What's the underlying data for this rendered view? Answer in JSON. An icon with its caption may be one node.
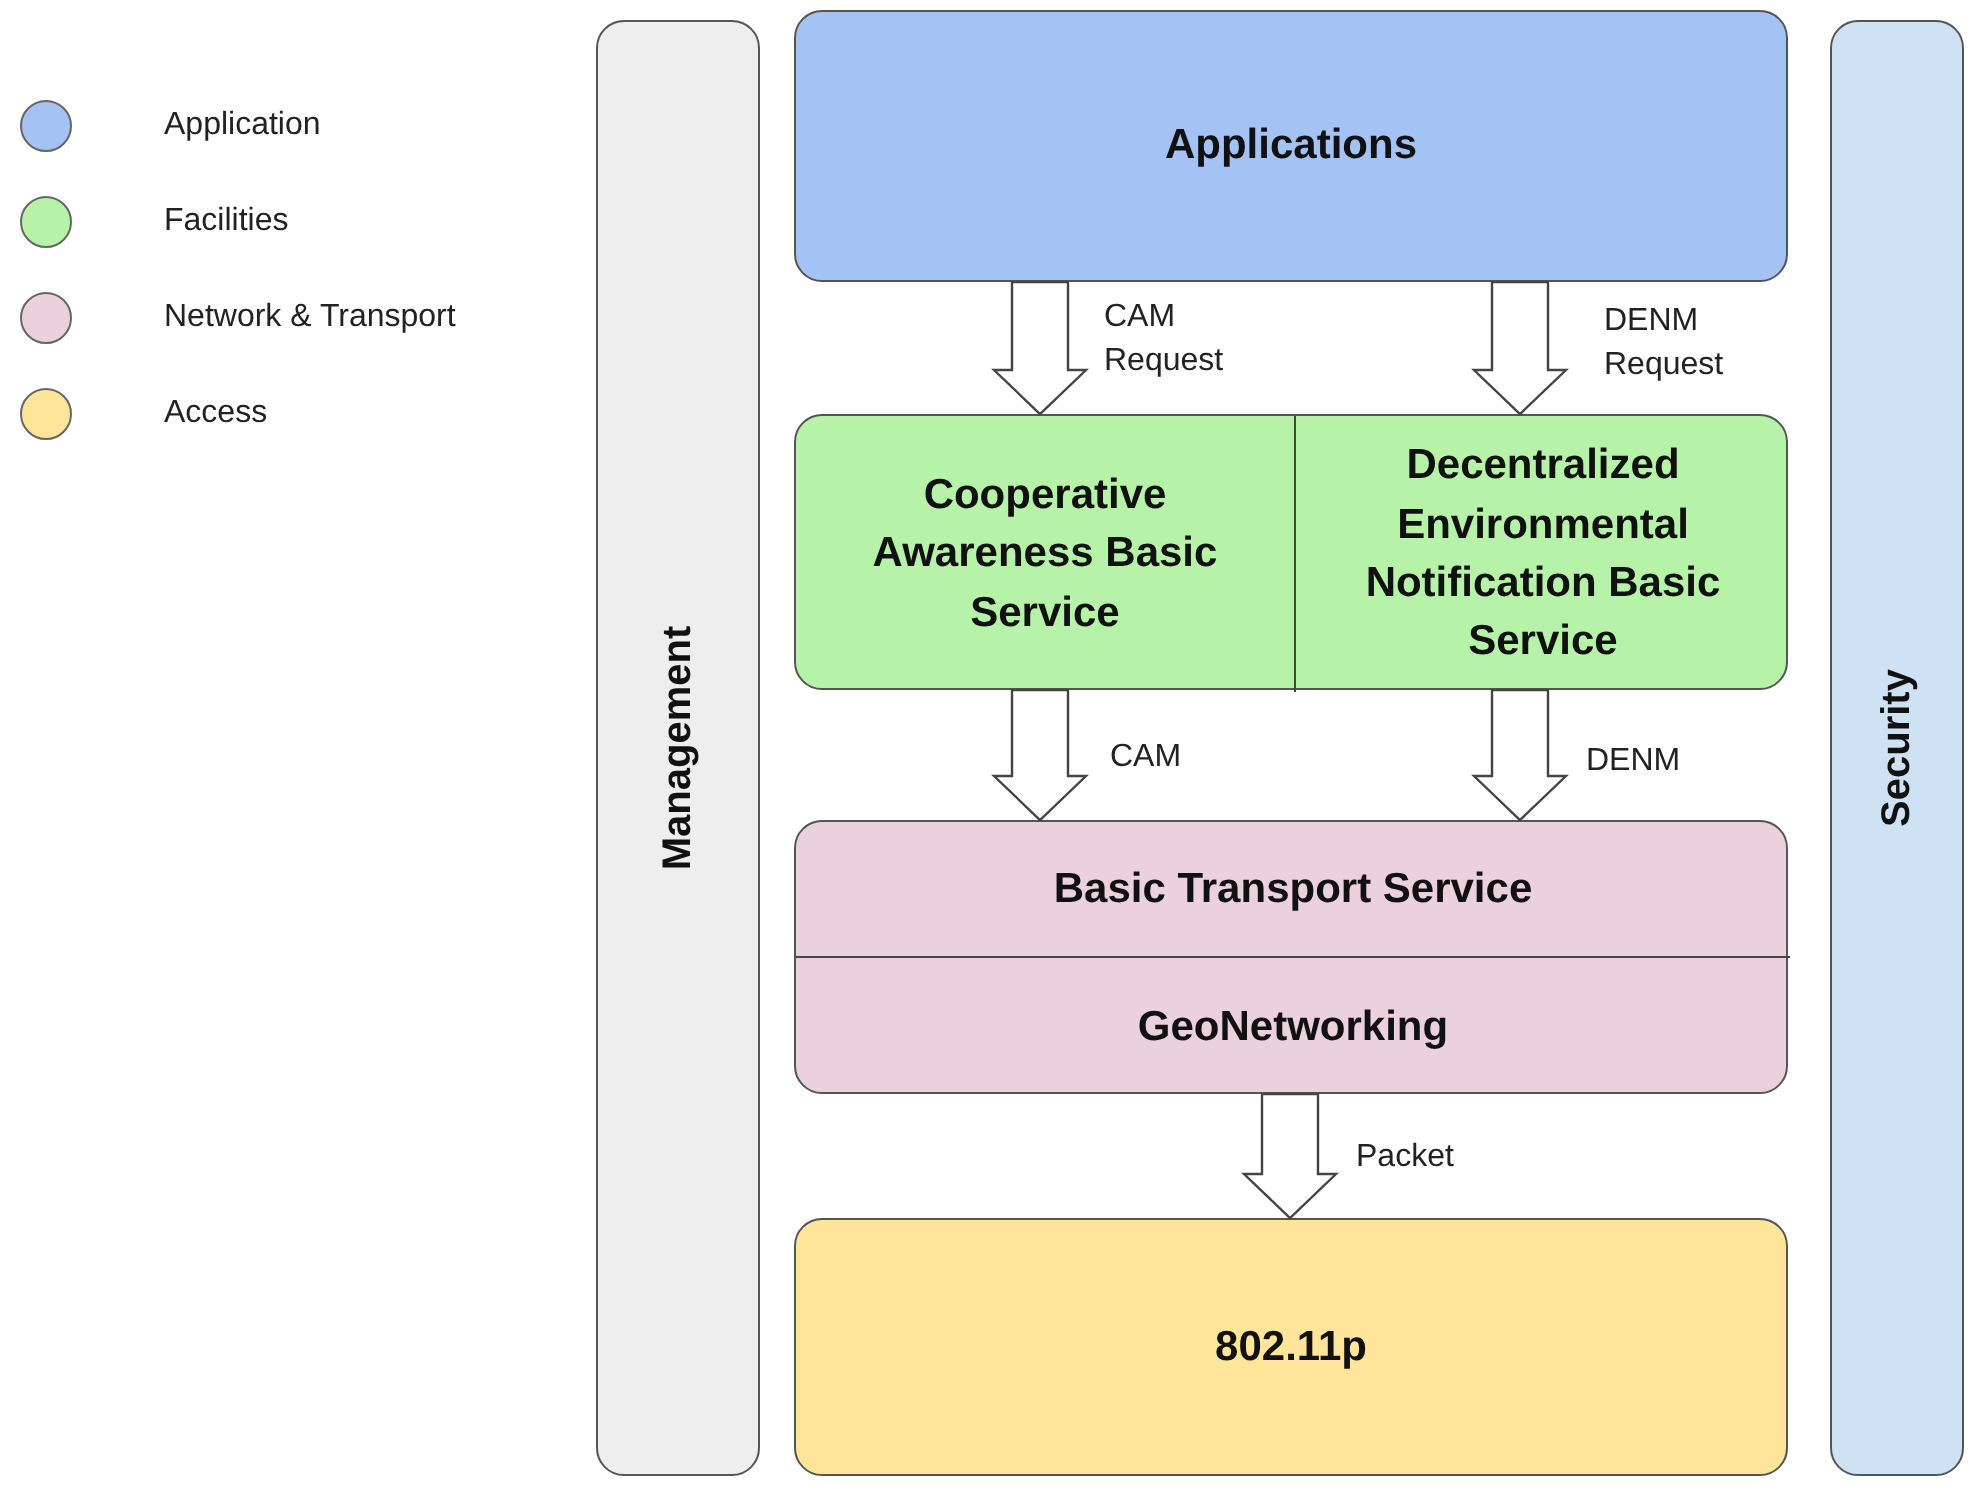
{
  "diagram": {
    "nodes": [
      {
        "text": [
          "Management"
        ]
      },
      {
        "text": [
          "Applications"
        ]
      },
      {
        "text": [],
        "shape": "box"
      },
      {
        "text": [
          "Cooperative Awareness Basic Service"
        ],
        "in": 2
      },
      {
        "text": [
          "Decentralized Environmental Notification Basic Service"
        ],
        "in": 2
      },
      {
        "text": [],
        "shape": "box"
      },
      {
        "text": [
          "Basic Transport Service"
        ],
        "in": 5
      },
      {
        "text": [
          "GeoNetworking"
        ],
        "in": 5
      },
      {
        "text": [
          "802.11p"
        ]
      },
      {
        "text": [
          "Security"
        ]
      }
    ],
    "edges": [
      {
        "from": 1,
        "to": 3,
        "arrow": "to",
        "label": "CAM Request"
      },
      {
        "from": 1,
        "to": 4,
        "arrow": "to",
        "label": "DENM Request"
      },
      {
        "from": 3,
        "to": 6,
        "arrow": "to",
        "label": "CAM"
      },
      {
        "from": 4,
        "to": 6,
        "arrow": "to",
        "label": "DENM"
      },
      {
        "from": 7,
        "to": 8,
        "arrow": "to",
        "label": "Packet"
      }
    ],
    "legend": [
      {
        "text": "Application",
        "color": "#a4c2f4"
      },
      {
        "text": "Facilities",
        "color": "#b6f3a9"
      },
      {
        "text": "Network & Transport",
        "color": "#ead1dc"
      },
      {
        "text": "Access",
        "color": "#ffe599"
      }
    ]
  }
}
